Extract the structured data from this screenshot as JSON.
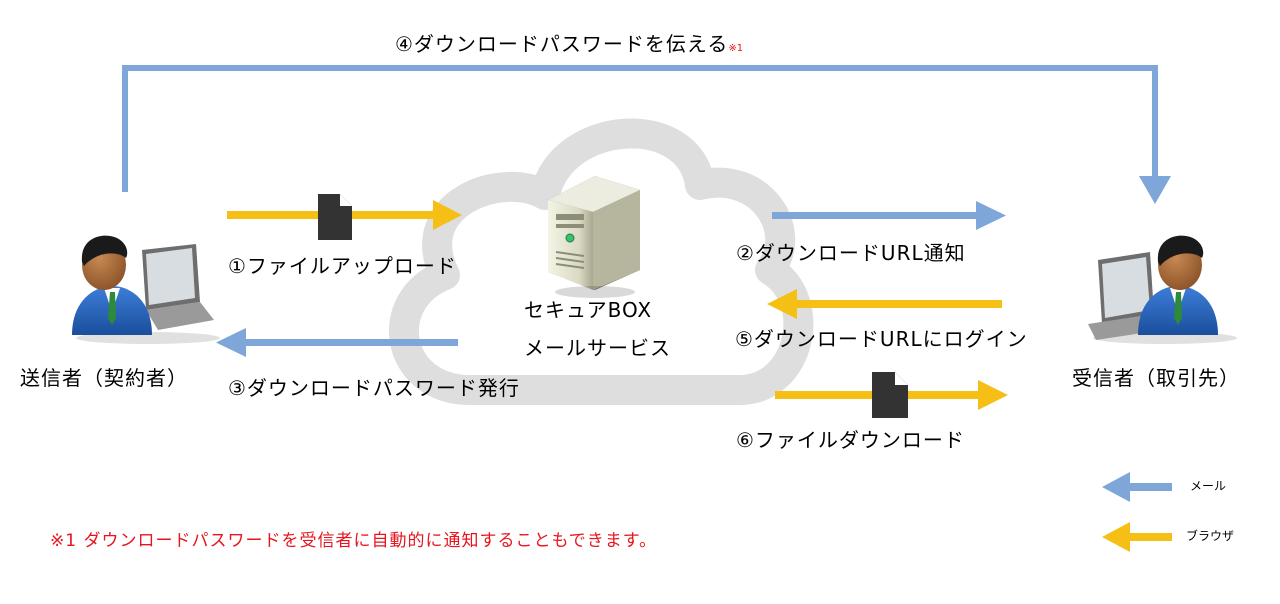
{
  "colors": {
    "mail": "#7ea6d8",
    "browser": "#f5bf16",
    "cloud": "#dedede",
    "note": "#e8141e"
  },
  "steps": {
    "s1": "①ファイルアップロード",
    "s2": "②ダウンロードURL通知",
    "s3": "③ダウンロードパスワード発行",
    "s4": "④ダウンロードパスワードを伝える",
    "s4_mark": "※1",
    "s5": "⑤ダウンロードURLにログイン",
    "s6": "⑥ファイルダウンロード"
  },
  "nodes": {
    "sender": "送信者（契約者）",
    "receiver": "受信者（取引先）",
    "service_line1": "セキュアBOX",
    "service_line2": "メールサービス"
  },
  "legend": {
    "mail": "メール",
    "browser": "ブラウザ"
  },
  "footnote": "※1 ダウンロードパスワードを受信者に自動的に通知することもできます。"
}
